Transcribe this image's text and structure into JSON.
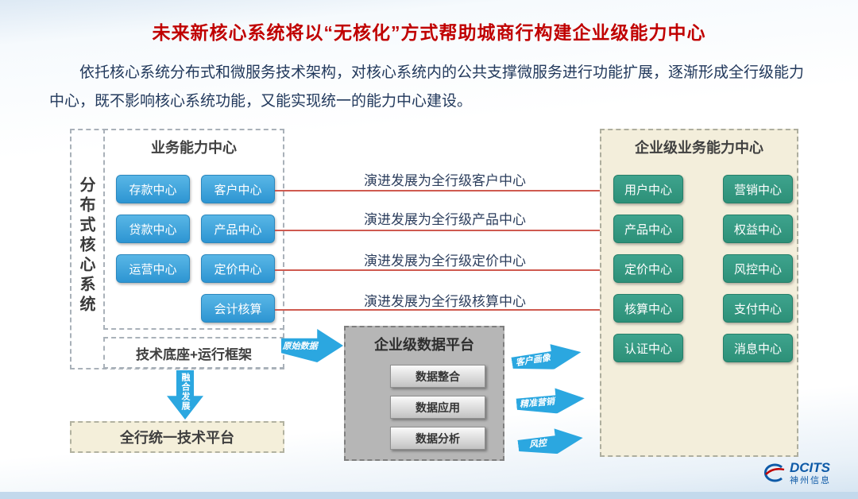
{
  "title": "未来新核心系统将以“无核化”方式帮助城商行构建企业级能力中心",
  "intro": "依托核心系统分布式和微服务技术架构，对核心系统内的公共支撑微服务进行功能扩展，逐渐形成全行级能力中心，既不影响核心系统功能，又能实现统一的能力中心建设。",
  "colors": {
    "title_red": "#c00000",
    "blue_button": "#2d95d2",
    "green_button": "#2d9078",
    "block_arrow_blue": "#2ba7e0",
    "evolution_arrow_red": "#cf5a50",
    "beige_panel": "#f3eedb",
    "gray_platform": "#b6b6b6"
  },
  "core_system": {
    "vertical_label": "分布式核心系统",
    "business_center": {
      "title": "业务能力中心",
      "buttons": [
        "存款中心",
        "客户中心",
        "贷款中心",
        "产品中心",
        "运营中心",
        "定价中心",
        "会计核算"
      ]
    },
    "tech_base": "技术底座+运行框架",
    "fusion_arrow": "融合发展",
    "unified_platform": "全行统一技术平台"
  },
  "evolution": {
    "labels": [
      "演进发展为全行级客户中心",
      "演进发展为全行级产品中心",
      "演进发展为全行级定价中心",
      "演进发展为全行级核算中心"
    ]
  },
  "data_platform": {
    "raw_data_arrow": "原始数据",
    "title": "企业级数据平台",
    "items": [
      "数据整合",
      "数据应用",
      "数据分析"
    ],
    "output_arrows": [
      "客户画像",
      "精准营销",
      "风控"
    ]
  },
  "enterprise_center": {
    "title": "企业级业务能力中心",
    "buttons": [
      "用户中心",
      "营销中心",
      "产品中心",
      "权益中心",
      "定价中心",
      "风控中心",
      "核算中心",
      "支付中心",
      "认证中心",
      "消息中心"
    ]
  },
  "logo": {
    "name": "DCITS",
    "subtext": "神州信息"
  }
}
